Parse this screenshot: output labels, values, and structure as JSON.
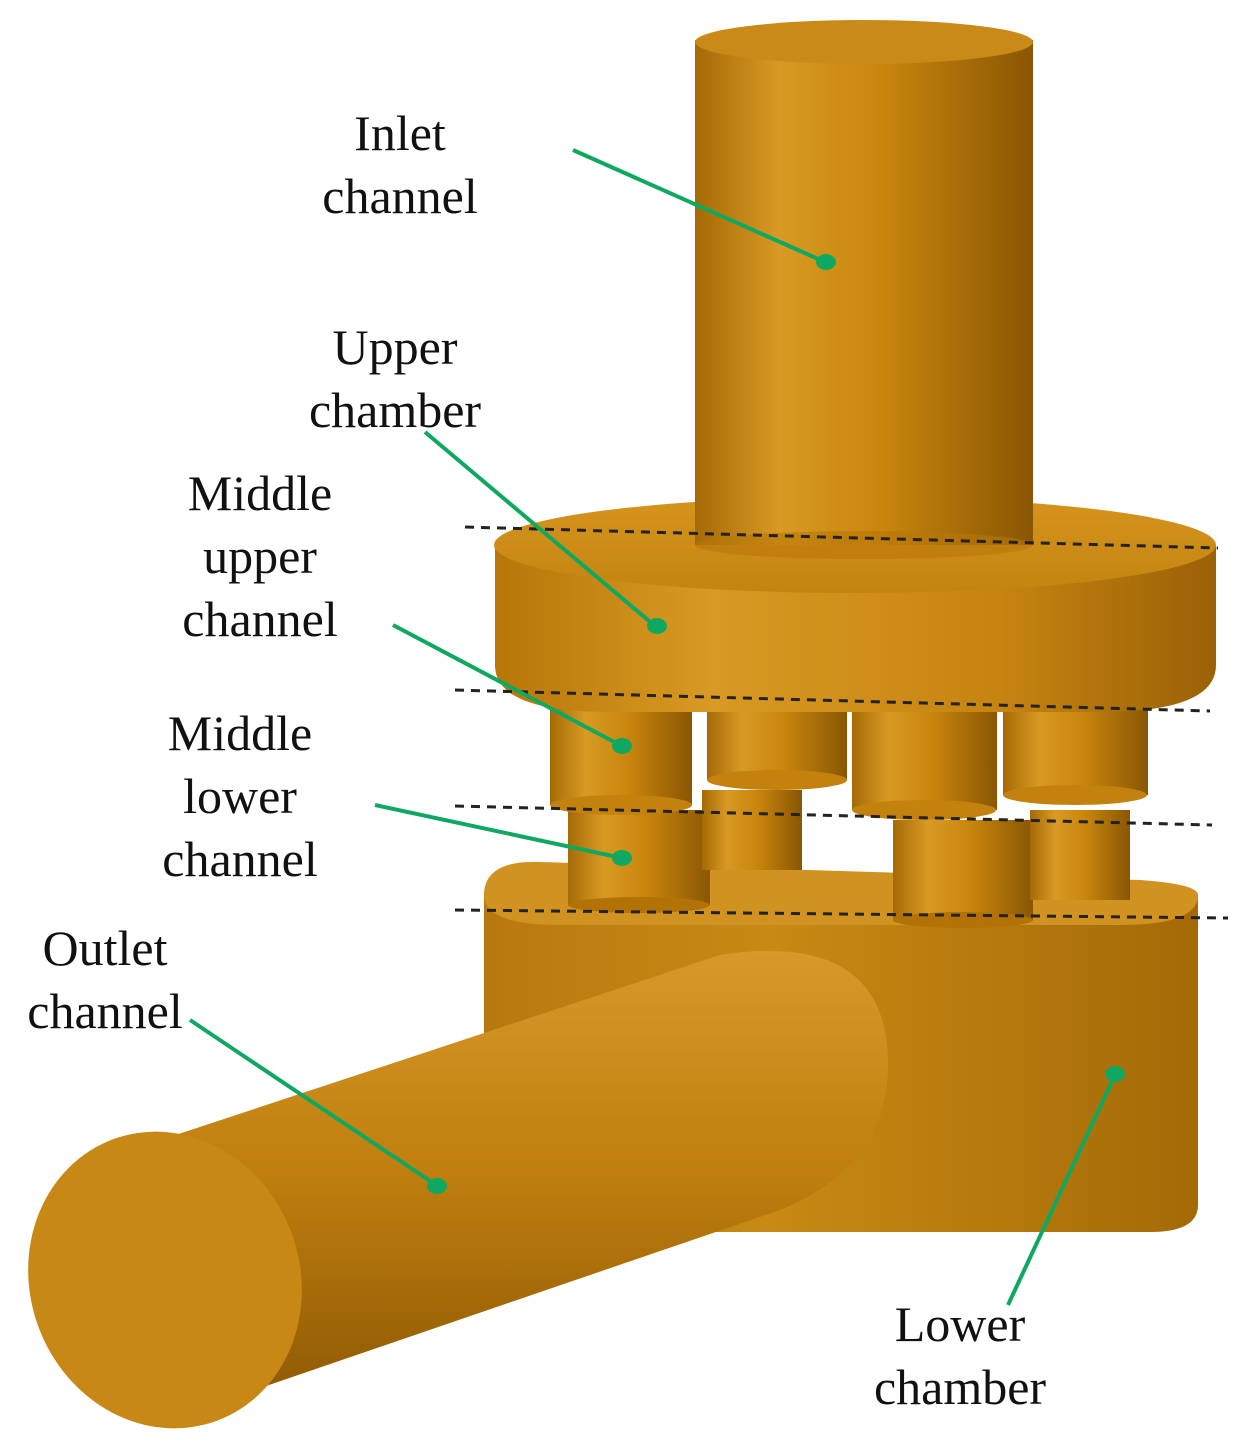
{
  "figure": {
    "colors": {
      "body": "#c8860c",
      "body_light": "#e0a030",
      "body_dark": "#8a5604",
      "leader": "#0fa860",
      "guide_line": "#222222"
    }
  },
  "labels": {
    "inlet_channel": {
      "line1": "Inlet",
      "line2": "channel"
    },
    "upper_chamber": {
      "line1": "Upper",
      "line2": "chamber"
    },
    "middle_upper_channel": {
      "line1": "Middle",
      "line2": "upper",
      "line3": "channel"
    },
    "middle_lower_channel": {
      "line1": "Middle",
      "line2": "lower",
      "line3": "channel"
    },
    "outlet_channel": {
      "line1": "Outlet",
      "line2": "channel"
    },
    "lower_chamber": {
      "line1": "Lower",
      "line2": "chamber"
    }
  }
}
